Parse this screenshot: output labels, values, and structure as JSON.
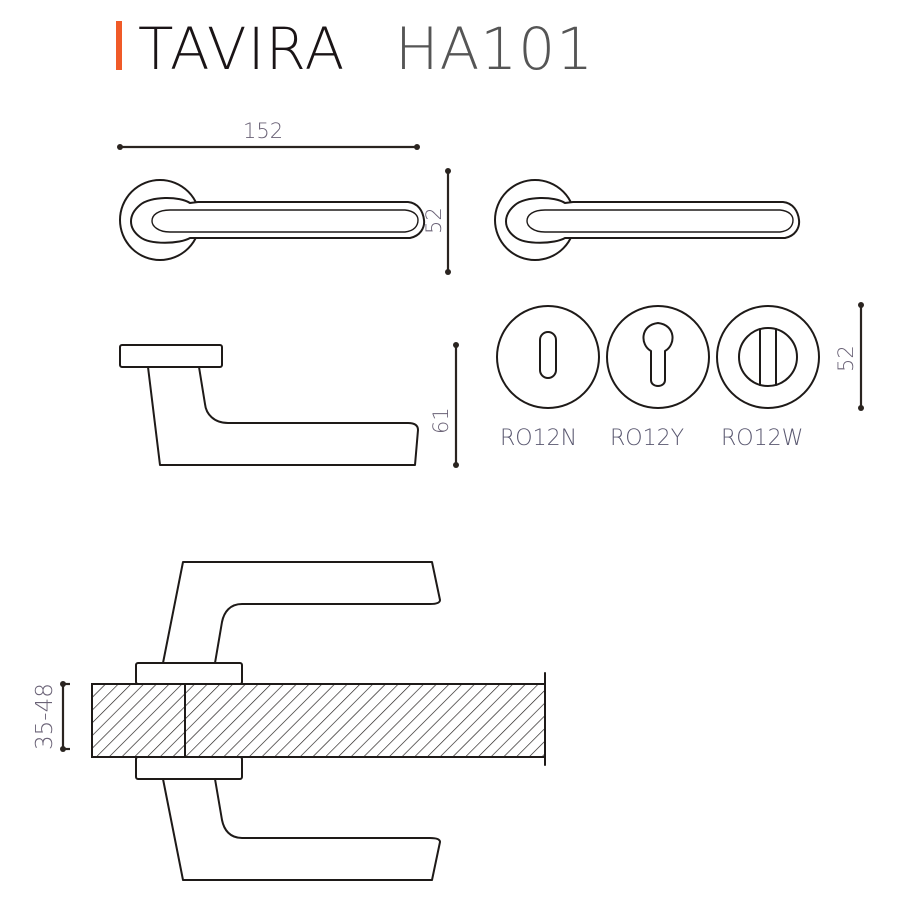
{
  "title": {
    "name": "TAVIRA",
    "model": "HA101",
    "accent_color": "#f05a28"
  },
  "dimensions": {
    "length": "152",
    "top_height": "52",
    "side_height": "61",
    "rosette_diameter": "52",
    "door_thickness": "35-48"
  },
  "rosettes": [
    {
      "code": "RO12N",
      "type": "keyhole"
    },
    {
      "code": "RO12Y",
      "type": "euro-cylinder"
    },
    {
      "code": "RO12W",
      "type": "wc-turn"
    }
  ]
}
